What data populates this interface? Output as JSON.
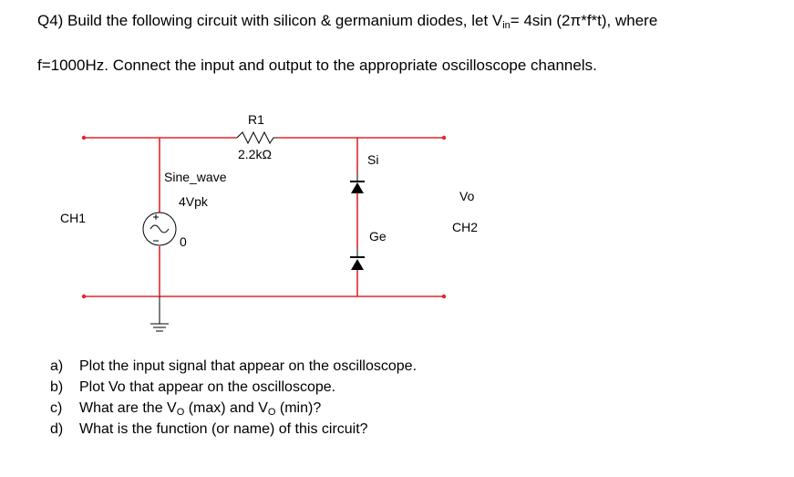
{
  "question": {
    "line1_prefix": "Q4) Build the following circuit with silicon & germanium diodes, let V",
    "line1_sub": "in",
    "line1_suffix": "= 4sin (2π*f*t), where",
    "line2": "f=1000Hz. Connect the input and output to the appropriate oscilloscope channels."
  },
  "circuit": {
    "resistor_name": "R1",
    "resistor_value": "2.2kΩ",
    "source_name": "Sine_wave",
    "source_amplitude": "4Vpk",
    "source_phase": "0",
    "diode_top": "Si",
    "diode_bottom": "Ge",
    "input_channel": "CH1",
    "output_label": "Vo",
    "output_channel": "CH2",
    "wire_color": "#e0262b"
  },
  "parts": [
    {
      "letter": "a)",
      "text": "Plot the input signal that appear on the oscilloscope."
    },
    {
      "letter": "b)",
      "text": "Plot Vo that appear on the oscilloscope."
    },
    {
      "letter": "c)",
      "text_prefix": "What are the V",
      "sub1": "O",
      "text_mid": " (max) and V",
      "sub2": "O",
      "text_suffix": " (min)?"
    },
    {
      "letter": "d)",
      "text": "What is the function (or name) of this circuit?"
    }
  ]
}
